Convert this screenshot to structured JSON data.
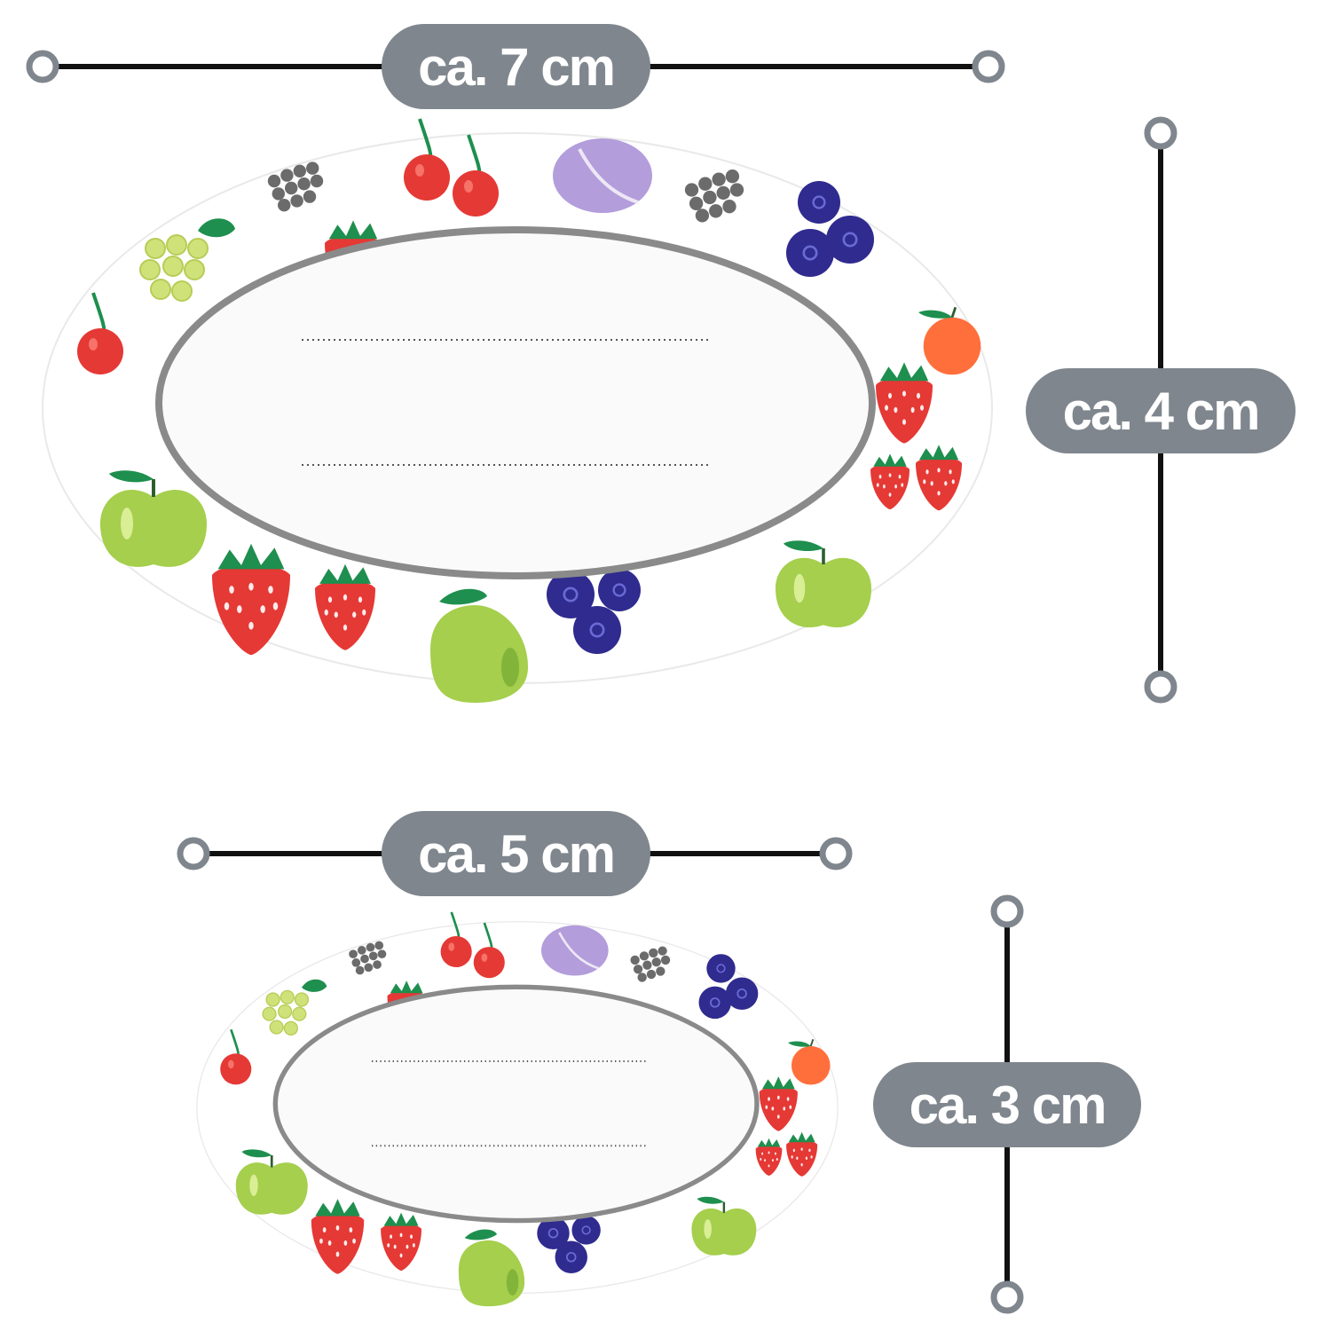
{
  "dimensions": {
    "large_width": "ca. 7 cm",
    "large_height": "ca. 4 cm",
    "small_width": "ca. 5 cm",
    "small_height": "ca. 3 cm"
  },
  "colors": {
    "pill": "#7f868d",
    "pill_text": "#ffffff",
    "line": "#111111",
    "endpoint_ring": "#7f868d",
    "label_border": "#8a8a8a",
    "strawberry": "#e53935",
    "apple": "#a5cf4c",
    "blueberry": "#2f2b8f",
    "plum": "#b39ddb",
    "orange": "#ff6f3c",
    "leaf": "#1e8f4e",
    "grape": "#cfe27a",
    "blackberry": "#6b6b6b"
  },
  "labels": {
    "large": {
      "fruits": [
        "blackberry",
        "cherry",
        "plum",
        "blackberry",
        "blueberry",
        "grape",
        "strawberry",
        "cherry",
        "orange",
        "strawberry",
        "strawberry",
        "apple",
        "apple",
        "strawberry",
        "strawberry",
        "pear",
        "blueberry"
      ]
    },
    "small": {
      "fruits": [
        "blackberry",
        "cherry",
        "plum",
        "blackberry",
        "blueberry",
        "grape",
        "strawberry",
        "cherry",
        "orange",
        "strawberry",
        "strawberry",
        "apple",
        "apple",
        "strawberry",
        "strawberry",
        "pear",
        "blueberry"
      ]
    }
  }
}
